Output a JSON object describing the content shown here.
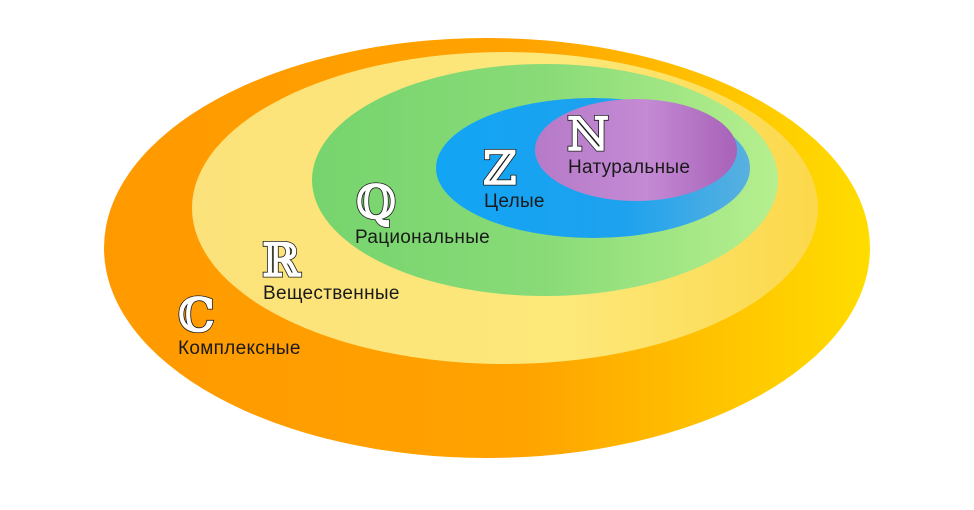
{
  "sets": [
    {
      "id": "complex",
      "symbol": "ℂ",
      "label": "Комплексные"
    },
    {
      "id": "real",
      "symbol": "ℝ",
      "label": "Вещественные"
    },
    {
      "id": "rational",
      "symbol": "ℚ",
      "label": "Рациональные"
    },
    {
      "id": "integer",
      "symbol": "ℤ",
      "label": "Целые"
    },
    {
      "id": "natural",
      "symbol": "ℕ",
      "label": "Натуральные"
    }
  ],
  "colors": {
    "complex": [
      "#ff9900",
      "#ffa300",
      "#ffdd00"
    ],
    "real": [
      "#fbe27a",
      "#fde87a",
      "#fcd84a"
    ],
    "rational": [
      "#76d46d",
      "#89db78",
      "#b6ef8e"
    ],
    "integer": [
      "#12a4f5",
      "#1da2ee",
      "#58b0e0"
    ],
    "natural": [
      "#b67ac8",
      "#c48ad4",
      "#a862b8"
    ]
  }
}
